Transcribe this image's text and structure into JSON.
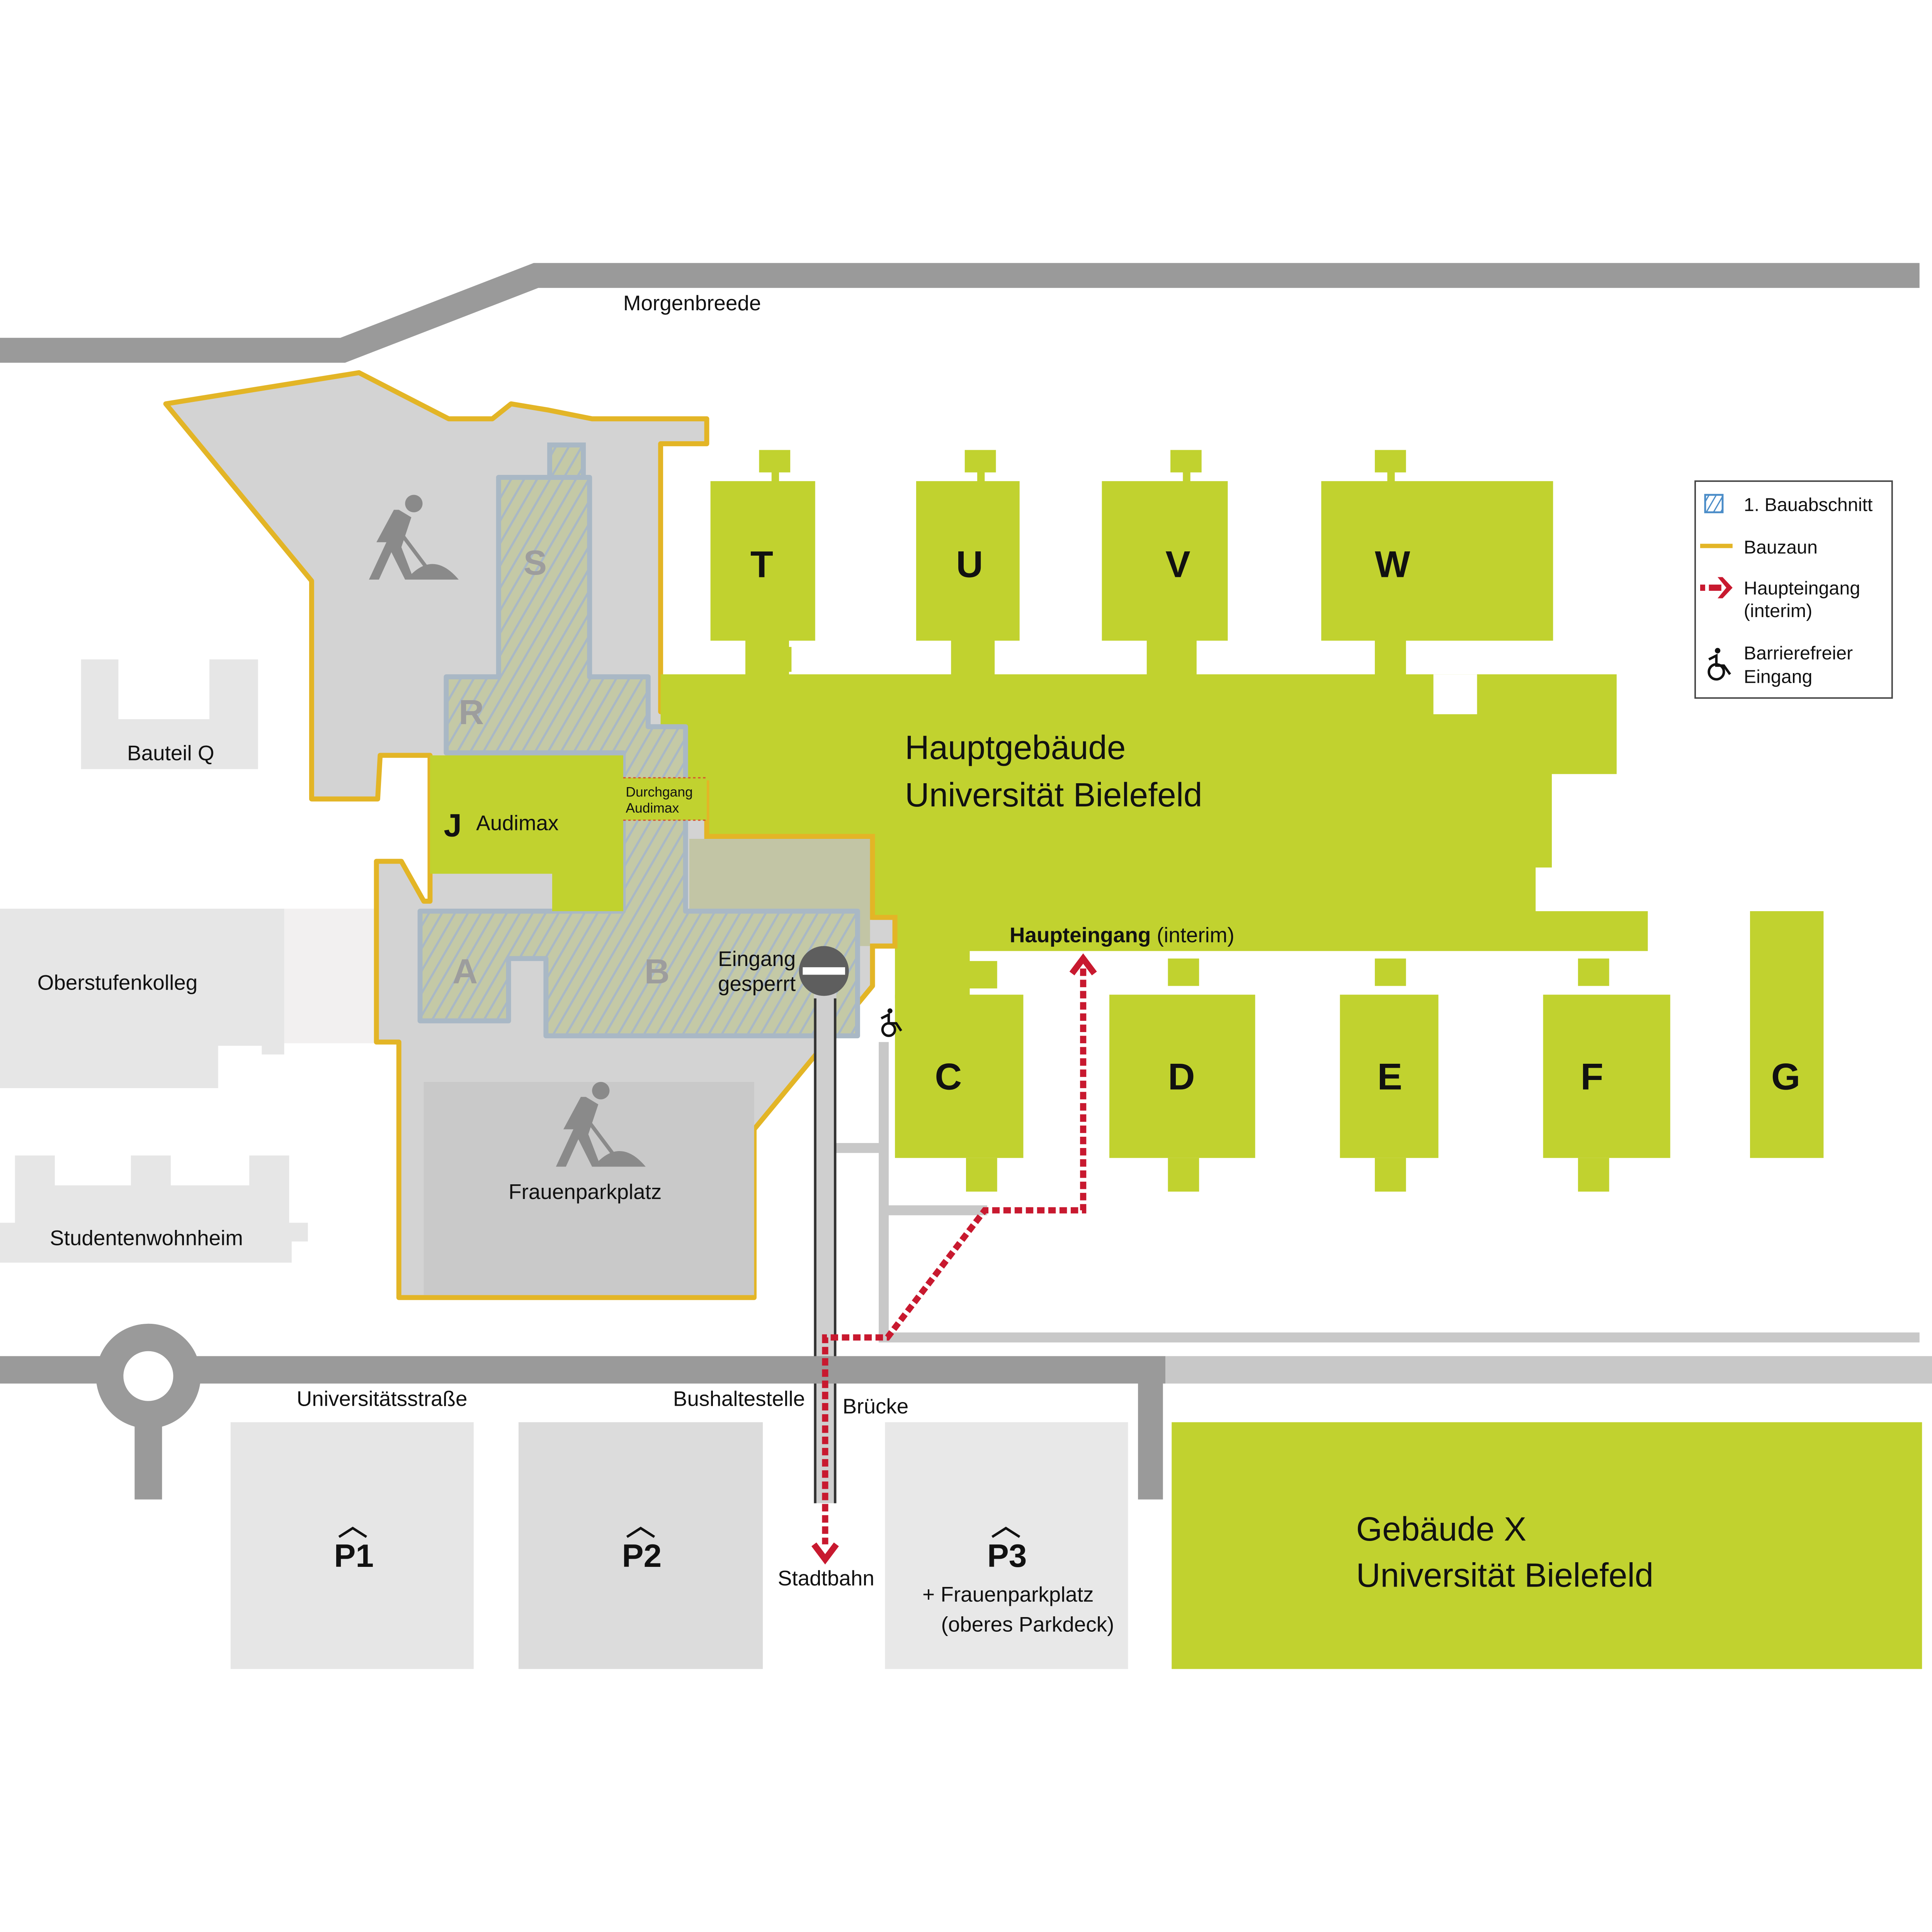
{
  "colors": {
    "building": "#c1d22f",
    "construction_area": "#d3d3d3",
    "construction_fence": "#e3b526",
    "section_hatch": "#a9b8c5",
    "route": "#c8192f",
    "road": "#9a9a9a"
  },
  "streets": {
    "north": "Morgenbreede",
    "south": "Universitätsstraße",
    "bus_stop": "Bushaltestelle",
    "bridge": "Brücke",
    "tram": "Stadtbahn"
  },
  "neighbors": {
    "bauteil_q": "Bauteil Q",
    "oberstufenkolleg": "Oberstufenkolleg",
    "studentenwohnheim": "Studentenwohnheim"
  },
  "main_building": {
    "line1": "Hauptgebäude",
    "line2": "Universität Bielefeld",
    "wings_top": [
      "T",
      "U",
      "V",
      "W"
    ],
    "wings_bottom": [
      "C",
      "D",
      "E",
      "F",
      "G"
    ],
    "entrance_bold": "Haupteingang",
    "entrance_note": "(interim)"
  },
  "construction": {
    "sections": [
      "S",
      "R",
      "A",
      "B"
    ],
    "audimax_letter": "J",
    "audimax": "Audimax",
    "passage_line1": "Durchgang",
    "passage_line2": "Audimax",
    "closed_line1": "Eingang",
    "closed_line2": "gesperrt",
    "women_parking": "Frauenparkplatz"
  },
  "parking": {
    "p1": "P1",
    "p2": "P2",
    "p3": "P3",
    "p3_note1": "+ Frauenparkplatz",
    "p3_note2": "(oberes Parkdeck)"
  },
  "building_x": {
    "line1": "Gebäude X",
    "line2": "Universität Bielefeld"
  },
  "legend": {
    "items": [
      {
        "icon": "hatch-icon",
        "label": "1. Bauabschnitt"
      },
      {
        "icon": "fence-line-icon",
        "label": "Bauzaun"
      },
      {
        "icon": "dashed-arrow-icon",
        "label": "Haupteingang",
        "label2": "(interim)"
      },
      {
        "icon": "wheelchair-icon",
        "label": "Barrierefreier",
        "label2": "Eingang"
      }
    ]
  }
}
